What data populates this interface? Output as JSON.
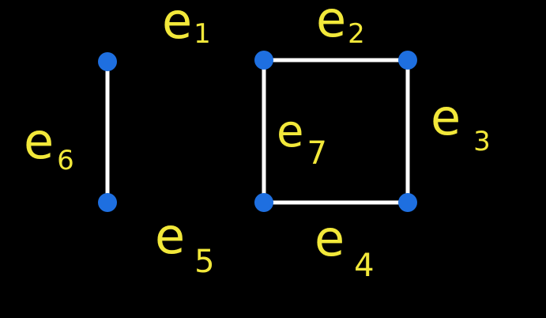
{
  "colors": {
    "background": "#000000",
    "edge": "#ffffff",
    "vertex": "#1e6fe0",
    "label": "#f2e83a"
  },
  "graph": {
    "vertices": [
      "v1",
      "v2",
      "v3",
      "v4",
      "v5",
      "v6"
    ],
    "edges": [
      {
        "from": "v1",
        "to": "v2"
      },
      {
        "from": "v3",
        "to": "v4"
      },
      {
        "from": "v4",
        "to": "v6"
      },
      {
        "from": "v5",
        "to": "v6"
      },
      {
        "from": "v3",
        "to": "v5"
      }
    ],
    "labels": [
      {
        "base": "e",
        "sub": "1"
      },
      {
        "base": "e",
        "sub": "2"
      },
      {
        "base": "e",
        "sub": "3"
      },
      {
        "base": "e",
        "sub": "4"
      },
      {
        "base": "e",
        "sub": "5"
      },
      {
        "base": "e",
        "sub": "6"
      },
      {
        "base": "e",
        "sub": "7"
      }
    ]
  }
}
